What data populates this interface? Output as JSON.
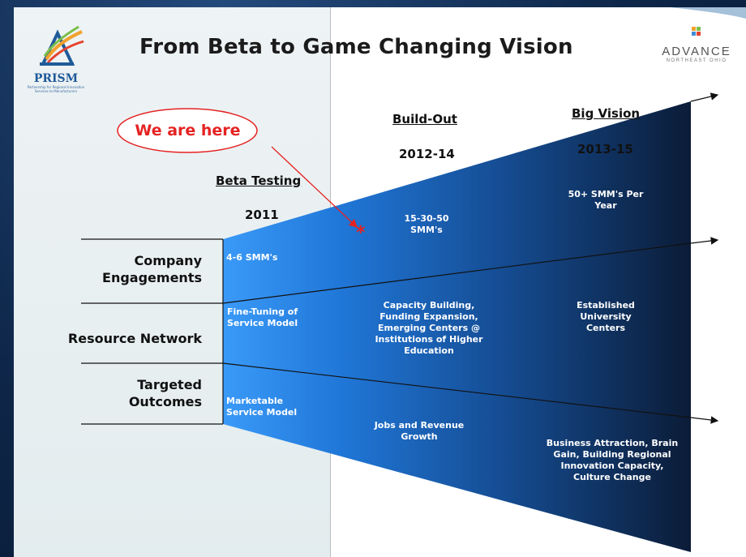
{
  "title": "From Beta to Game Changing Vision",
  "logos": {
    "prism": {
      "name": "PRISM",
      "tagline": "Partnership for Regional Innovation Services to Manufacturers"
    },
    "advance": {
      "name": "ADVANCE",
      "subtitle": "NORTHEAST OHIO"
    }
  },
  "callout": {
    "text": "We are here"
  },
  "phases": [
    {
      "header": "Beta Testing",
      "years": "2011"
    },
    {
      "header": "Build-Out",
      "years": "2012-14"
    },
    {
      "header": "Big Vision",
      "years": "2013-15"
    }
  ],
  "rows": [
    {
      "label": "Company Engagements",
      "line1": "Company",
      "line2": "Engagements"
    },
    {
      "label": "Resource Network"
    },
    {
      "label": "Targeted Outcomes",
      "line1": "Targeted",
      "line2": "Outcomes"
    }
  ],
  "cells": {
    "company": [
      "4-6 SMM's",
      "15-30-50 SMM's",
      "50+ SMM's Per Year"
    ],
    "resource": [
      "Fine-Tuning of Service Model",
      "Capacity Building, Funding Expansion, Emerging Centers @ Institutions of Higher Education",
      "Established University Centers"
    ],
    "outcomes": [
      "Marketable Service Model",
      "Jobs and Revenue Growth",
      "Business Attraction, Brain Gain, Building Regional Innovation Capacity, Culture Change"
    ]
  },
  "colors": {
    "funnel_light": "#2f8cf2",
    "funnel_dark": "#0c1f3d",
    "callout": "#e52222",
    "title": "#1b1b1b"
  }
}
